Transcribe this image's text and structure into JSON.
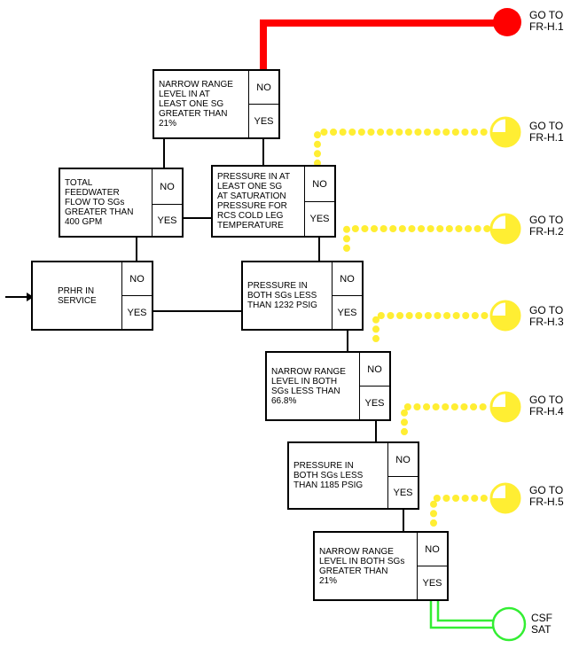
{
  "colors": {
    "red_path": "#ff0000",
    "yellow_path": "#ffee33",
    "green_path": "#33ee33",
    "line": "#000000"
  },
  "entry": {
    "arrow_icon": "right-arrow-icon"
  },
  "boxes": {
    "prhr": {
      "text": "PRHR IN\nSERVICE",
      "no": "NO",
      "yes": "YES"
    },
    "total_feedwater": {
      "text": "TOTAL\nFEEDWATER\nFLOW TO SGs\nGREATER THAN\n400 GPM",
      "no": "NO",
      "yes": "YES"
    },
    "narrow_21_one": {
      "text": "NARROW RANGE\nLEVEL IN AT\nLEAST ONE SG\nGREATER THAN\n21%",
      "no": "NO",
      "yes": "YES"
    },
    "pressure_saturation": {
      "text": "PRESSURE IN AT\nLEAST ONE SG\nAT SATURATION\nPRESSURE FOR\nRCS COLD LEG\nTEMPERATURE",
      "no": "NO",
      "yes": "YES"
    },
    "pressure_1232": {
      "text": "PRESSURE IN\nBOTH SGs LESS\nTHAN 1232 PSIG",
      "no": "NO",
      "yes": "YES"
    },
    "narrow_668": {
      "text": "NARROW RANGE\nLEVEL IN BOTH\nSGs LESS THAN\n66.8%",
      "no": "NO",
      "yes": "YES"
    },
    "pressure_1185": {
      "text": "PRESSURE IN\nBOTH SGs LESS\nTHAN 1185 PSIG",
      "no": "NO",
      "yes": "YES"
    },
    "narrow_21_both": {
      "text": "NARROW RANGE\nLEVEL IN BOTH SGs\nGREATER THAN\n21%",
      "no": "NO",
      "yes": "YES"
    }
  },
  "outcomes": [
    {
      "id": "h1_red",
      "text": "GO TO\nFR-H.1",
      "status": "red-full",
      "icon": "red-status-circle-icon"
    },
    {
      "id": "h1_yellow",
      "text": "GO TO\nFR-H.1",
      "status": "yellow-partial",
      "icon": "yellow-status-circle-icon"
    },
    {
      "id": "h2",
      "text": "GO TO\nFR-H.2",
      "status": "yellow-partial",
      "icon": "yellow-status-circle-icon"
    },
    {
      "id": "h3",
      "text": "GO TO\nFR-H.3",
      "status": "yellow-partial",
      "icon": "yellow-status-circle-icon"
    },
    {
      "id": "h4",
      "text": "GO TO\nFR-H.4",
      "status": "yellow-partial",
      "icon": "yellow-status-circle-icon"
    },
    {
      "id": "h5",
      "text": "GO TO\nFR-H.5",
      "status": "yellow-partial",
      "icon": "yellow-status-circle-icon"
    },
    {
      "id": "csf_sat",
      "text": "CSF\nSAT",
      "status": "green-satisfied",
      "icon": "green-status-circle-icon"
    }
  ]
}
